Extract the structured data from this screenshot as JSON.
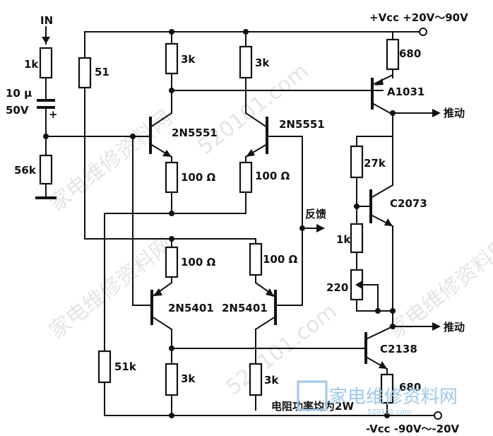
{
  "labels": {
    "in": "IN",
    "vcc_pos": "+Vcc  +20V～90V",
    "vcc_neg": "-Vcc  -90V～-20V",
    "r_in": "1k",
    "cap_value": "10 μ",
    "cap_voltage": "50V",
    "cap_plus": "+",
    "r_56k": "56k",
    "r_51": "51",
    "r_3k_a": "3k",
    "r_3k_b": "3k",
    "q1": "2N5551",
    "q2": "2N5551",
    "r_100_a": "100 Ω",
    "r_100_b": "100 Ω",
    "r_100_c": "100 Ω",
    "r_100_d": "100 Ω",
    "feedback": "反馈",
    "q3": "2N5401",
    "q4": "2N5401",
    "r_51k": "51k",
    "r_3k_c": "3k",
    "r_3k_d": "3k",
    "r_680_top": "680",
    "q_a1031": "A1031",
    "drive_top": "推动",
    "r_27k": "27k",
    "q_c2073": "C2073",
    "r_1k_bias": "1k",
    "r_220": "220",
    "drive_bottom": "推动",
    "q_c2138": "C2138",
    "r_680_bottom": "680",
    "note": "电阻功率均为2W"
  },
  "watermarks": [
    "家电维修资料网",
    "520101.com",
    "家电维修资料网",
    "520101.com",
    "家电维修资料网"
  ],
  "logo": {
    "text": "家电维修资料网",
    "sub": "520101.com",
    "color": "#9ec7e8"
  }
}
